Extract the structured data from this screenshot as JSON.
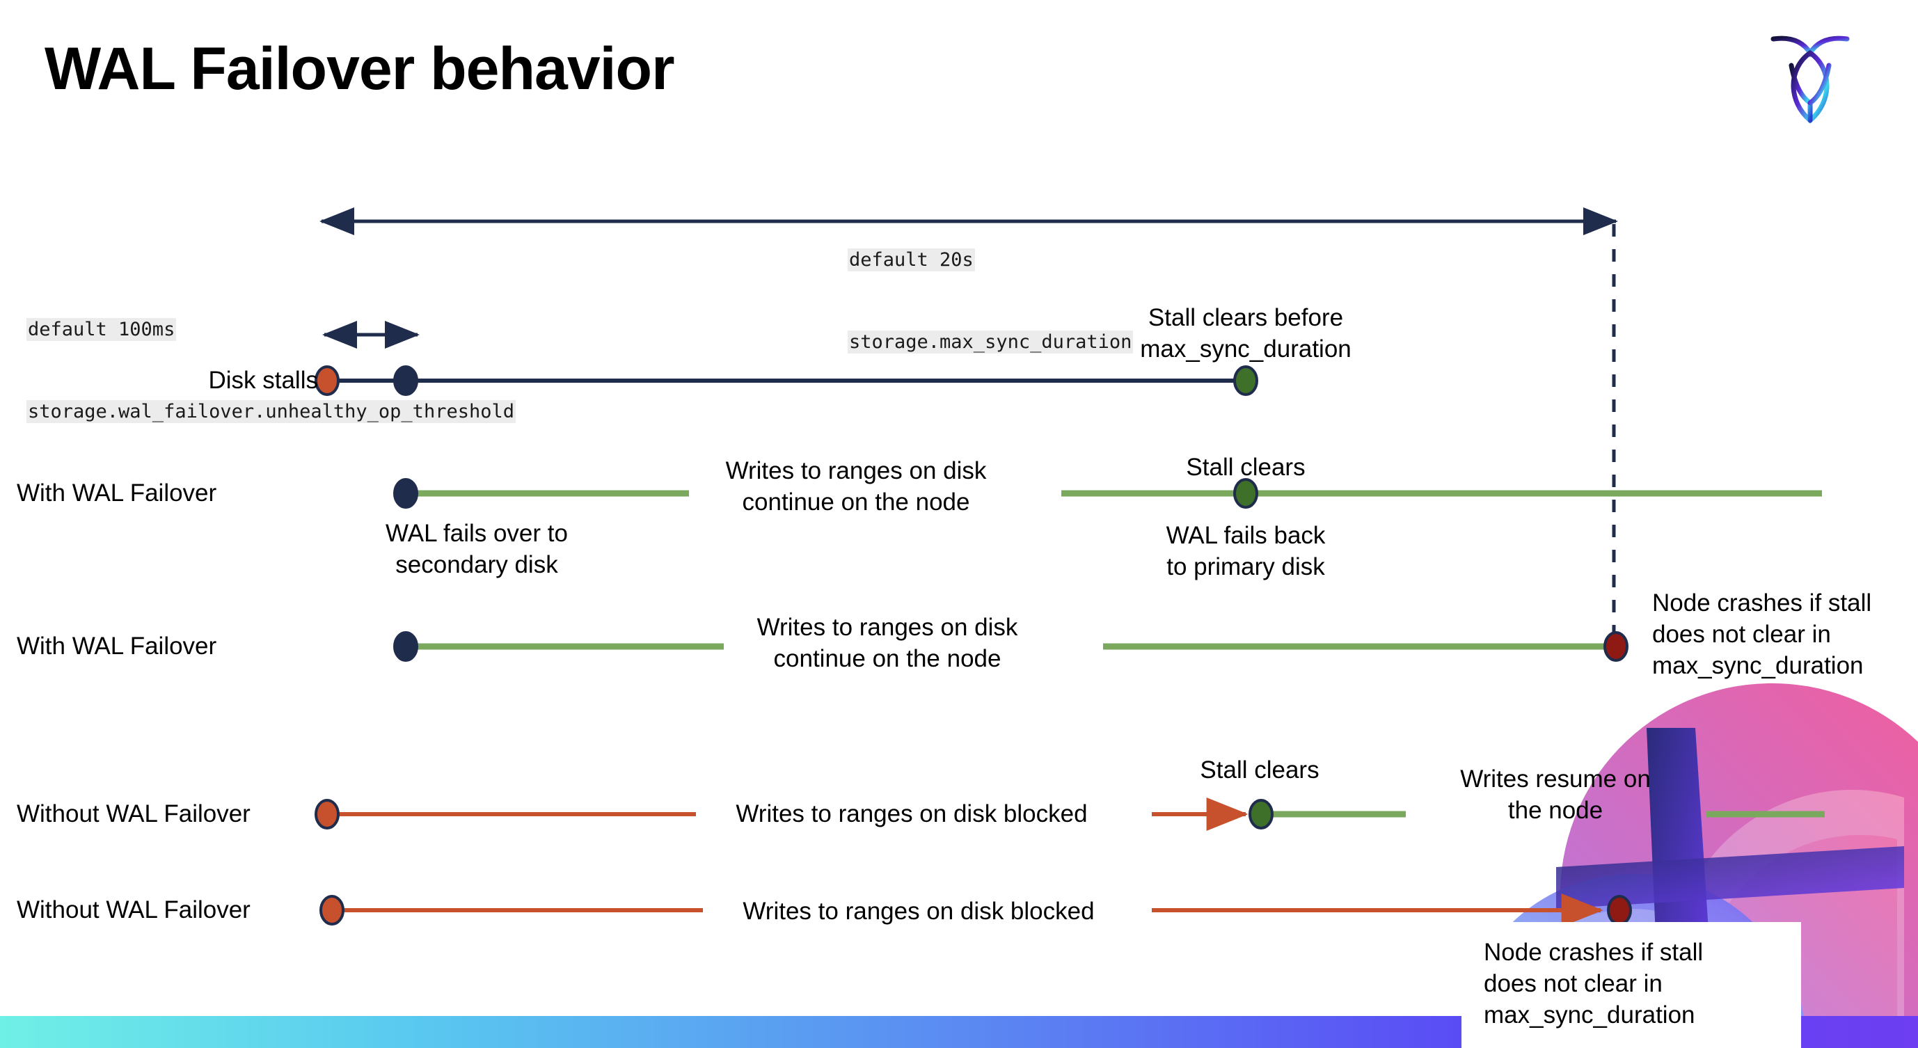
{
  "slide": {
    "title": "WAL Failover behavior",
    "logo_name": "cockroachdb-logo"
  },
  "colors": {
    "navy": "#1f2c4c",
    "green_line": "#7aa85c",
    "green_dot": "#3f7029",
    "orange": "#c7512c",
    "dark_red": "#8f1a14",
    "code_bg": "#ececec",
    "gradient_start": "#6ff0e6",
    "gradient_end": "#6d3df2"
  },
  "annotations": {
    "max_sync_duration": {
      "line1": "default 20s",
      "line2": "storage.max_sync_duration"
    },
    "unhealthy_op_threshold": {
      "line1": "default 100ms",
      "line2": "storage.wal_failover.unhealthy_op_threshold"
    }
  },
  "rows": [
    {
      "id": "disk-stalls",
      "label": "Disk stalls",
      "note_top": "Stall clears before\nmax_sync_duration"
    },
    {
      "id": "with-wal-failover-1",
      "label": "With WAL Failover",
      "note_below_start": "WAL fails over to\nsecondary disk",
      "note_mid": "Writes to ranges on disk\ncontinue on the node",
      "note_top_end": "Stall clears",
      "note_below_end": "WAL fails  back\nto primary disk"
    },
    {
      "id": "with-wal-failover-2",
      "label": "With WAL Failover",
      "note_mid": "Writes to ranges on disk\ncontinue on the node",
      "note_right": "Node crashes if stall\ndoes not clear in\nmax_sync_duration"
    },
    {
      "id": "without-wal-failover-1",
      "label": "Without WAL Failover",
      "note_mid": "Writes to ranges on disk  blocked",
      "note_top_end": "Stall clears",
      "note_right": "Writes resume on\nthe node"
    },
    {
      "id": "without-wal-failover-2",
      "label": "Without WAL Failover",
      "note_mid": "Writes to ranges on disk  blocked",
      "note_callout": "Node crashes if stall\ndoes not clear in\nmax_sync_duration"
    }
  ]
}
